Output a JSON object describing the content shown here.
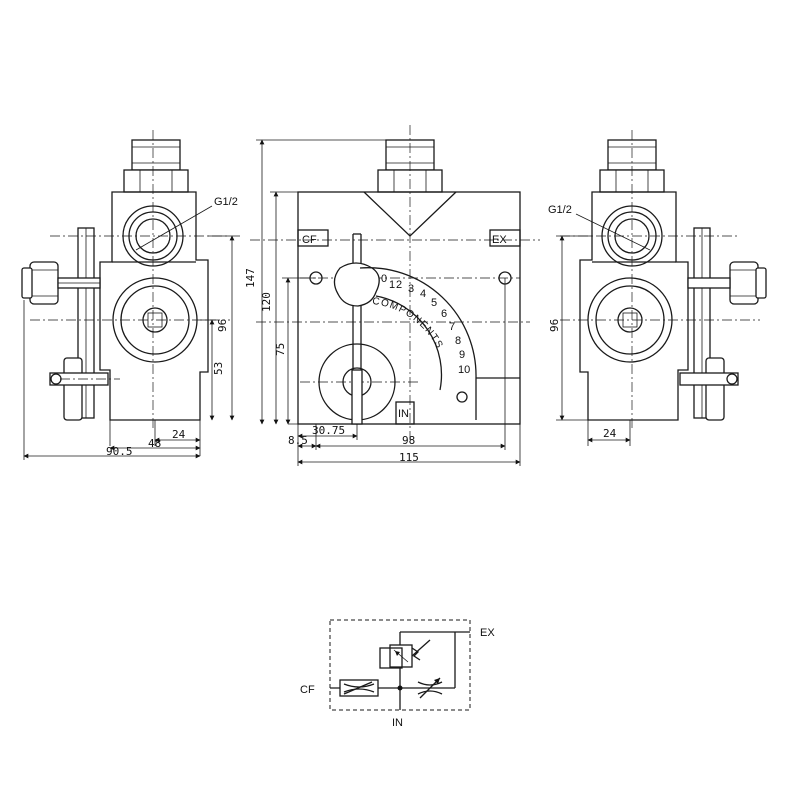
{
  "left_view": {
    "port_label": "G1/2",
    "dims": {
      "d96": "96",
      "d53": "53",
      "d24": "24",
      "d48": "48",
      "d90_5": "90.5"
    }
  },
  "front_view": {
    "port_cf": "CF",
    "port_ex": "EX",
    "port_in": "IN",
    "dial_word": "COMPONENTS",
    "dial_numbers": [
      "0",
      "1",
      "2",
      "3",
      "4",
      "5",
      "6",
      "7",
      "8",
      "9",
      "10"
    ],
    "dims": {
      "d147": "147",
      "d120": "120",
      "d75": "75",
      "d30_75": "30.75",
      "d8_5": "8.5",
      "d98": "98",
      "d115": "115"
    }
  },
  "right_view": {
    "port_label": "G1/2",
    "dims": {
      "d96": "96",
      "d24": "24"
    }
  },
  "schematic": {
    "label_ex": "EX",
    "label_cf": "CF",
    "label_in": "IN"
  }
}
